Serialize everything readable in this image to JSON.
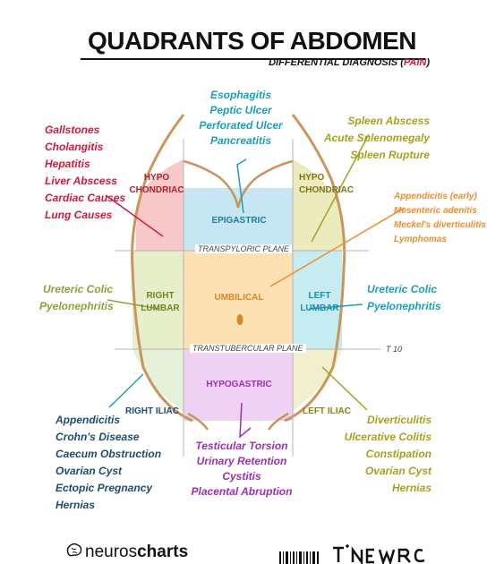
{
  "header": {
    "title": "QUADRANTS OF ABDOMEN",
    "subtitle_prefix": "DIFFERENTIAL DIAGNOSIS (",
    "subtitle_highlight": "PAIN",
    "subtitle_suffix": ")"
  },
  "regions": {
    "right_hypochondriac": "HYPO\nCHONDRIAC",
    "epigastric": "EPIGASTRIC",
    "left_hypochondriac": "HYPO\nCHONDRIAC",
    "right_lumbar": "RIGHT\nLUMBAR",
    "umbilical": "UMBILICAL",
    "left_lumbar": "LEFT\nLUMBAR",
    "right_iliac": "RIGHT ILIAC",
    "hypogastric": "HYPOGASTRIC",
    "left_iliac": "LEFT ILIAC"
  },
  "planes": {
    "transpyloric": "TRANSPYLORIC PLANE",
    "transtubercular": "TRANSTUBERCULAR PLANE",
    "t10": "T 10"
  },
  "lists": {
    "right_hypochondriac": [
      "Gallstones",
      "Cholangitis",
      "Hepatitis",
      "Liver Abscess",
      "Cardiac Causes",
      "Lung Causes"
    ],
    "epigastric": [
      "Esophagitis",
      "Peptic Ulcer",
      "Perforated Ulcer",
      "Pancreatitis"
    ],
    "left_hypochondriac": [
      "Spleen Abscess",
      "Acute Splenomegaly",
      "Spleen Rupture"
    ],
    "umbilical": [
      "Appendicitis (early)",
      "Mesenteric adenitis",
      "Meckel's diverticulitis",
      "Lymphomas"
    ],
    "right_lumbar": [
      "Ureteric Colic",
      "Pyelonephritis"
    ],
    "left_lumbar": [
      "Ureteric Colic",
      "Pyelonephritis"
    ],
    "right_iliac": [
      "Appendicitis",
      "Crohn's Disease",
      "Caecum Obstruction",
      "Ovarian Cyst",
      "Ectopic Pregnancy",
      "Hernias"
    ],
    "hypogastric": [
      "Testicular Torsion",
      "Urinary Retention",
      "Cystitis",
      "Placental Abruption"
    ],
    "left_iliac": [
      "Diverticulitis",
      "Ulcerative Colitis",
      "Constipation",
      "Ovarian Cyst",
      "Hernias"
    ]
  },
  "footer": {
    "brand_light": "neuros",
    "brand_bold": "charts"
  },
  "colors": {
    "red": "#d01a3c",
    "teal": "#1a9fb8",
    "olive": "#a6a21c",
    "orange": "#ef8c2a",
    "green": "#8ca33a",
    "navy": "#1d4d6a",
    "purple": "#9b2fb5",
    "body_outline": "#c9955a"
  }
}
